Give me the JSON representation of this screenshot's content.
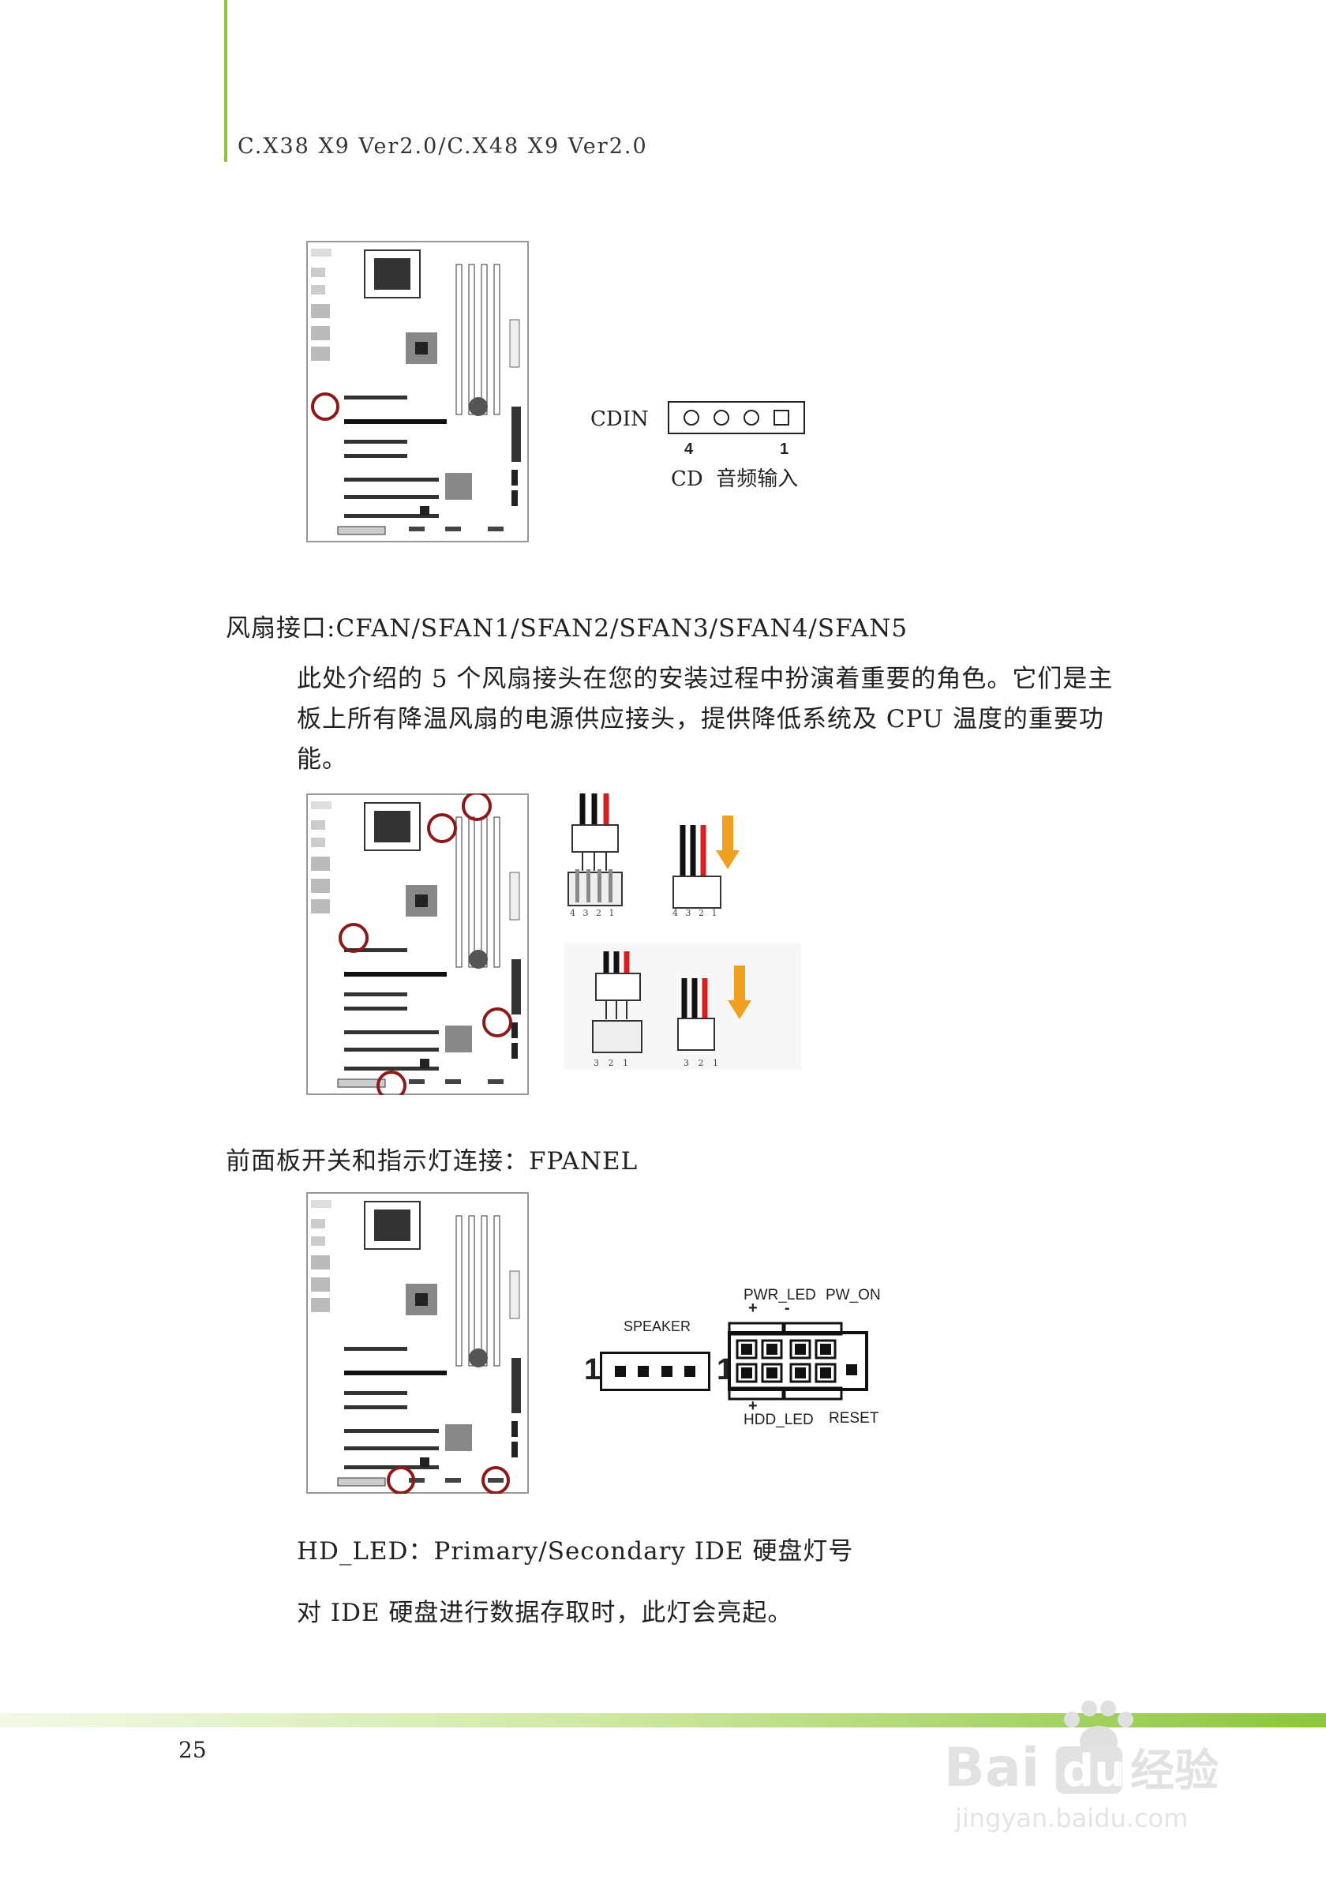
{
  "header": {
    "title": "C.X38 X9 Ver2.0/C.X48 X9 Ver2.0"
  },
  "cd_section": {
    "connector_label": "CDIN",
    "pin_left": "4",
    "pin_right": "1",
    "caption": "CD  音频输入"
  },
  "fan_section": {
    "title": "风扇接口:CFAN/SFAN1/SFAN2/SFAN3/SFAN4/SFAN5",
    "paragraph_lines": [
      "此处介绍的 5 个风扇接头在您的安装过程中扮演着重要的角色。它们是主",
      "板上所有降温风扇的电源供应接头，提供降低系统及 CPU 温度的重要功",
      "能。"
    ],
    "four_pin_labels": "4 3 2 1",
    "three_pin_labels": "3 2 1"
  },
  "fpanel_section": {
    "title": "前面板开关和指示灯连接：FPANEL",
    "speaker_label": "SPEAKER",
    "speaker_pin_one": "1",
    "fpanel_pin_one": "1",
    "pwr_led_label": "PWR_LED",
    "pw_on_label": "PW_ON",
    "hdd_led_label": "HDD_LED",
    "reset_label": "RESET",
    "plus_sign": "+",
    "minus_sign": "-"
  },
  "hdled": {
    "title": "HD_LED：Primary/Secondary IDE 硬盘灯号",
    "description": "对 IDE 硬盘进行数据存取时，此灯会亮起。"
  },
  "footer": {
    "page_number": "25"
  },
  "watermark": {
    "brand": "Bai du 经验",
    "url": "jingyan.baidu.com"
  },
  "colors": {
    "accent_green": "#8cc63f",
    "highlight_circle": "#8b1a1a",
    "arrow_orange": "#f0a020",
    "wire_red": "#d42020"
  }
}
